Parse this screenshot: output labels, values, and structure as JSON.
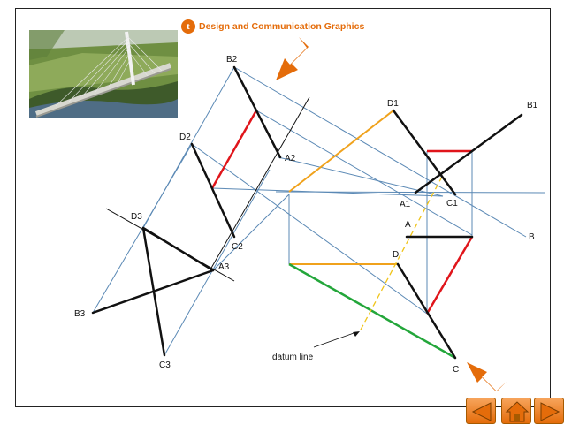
{
  "header": {
    "logo_letter": "t",
    "title": "Design and Communication Graphics"
  },
  "photo": {
    "icon": "cable-stayed-bridge-photo"
  },
  "diagram": {
    "labels": {
      "B2": "B2",
      "A2": "A2",
      "C2": "C2",
      "D2": "D2",
      "B3": "B3",
      "A3": "A3",
      "C3": "C3",
      "D3": "D3",
      "D1": "D1",
      "B1": "B1",
      "A1": "A1",
      "C1": "C1",
      "A": "A",
      "B": "B",
      "C": "C",
      "D": "D",
      "datum": "datum line"
    },
    "colors": {
      "thin": "#5b89b5",
      "edge": "#111111",
      "red": "#e0151b",
      "orange": "#f0a21c",
      "green": "#23a63a",
      "arrow": "#e46c0a",
      "dashed": "#f0c419"
    }
  },
  "nav": {
    "prev_icon": "arrow-left-icon",
    "home_icon": "home-icon",
    "next_icon": "arrow-right-icon"
  }
}
